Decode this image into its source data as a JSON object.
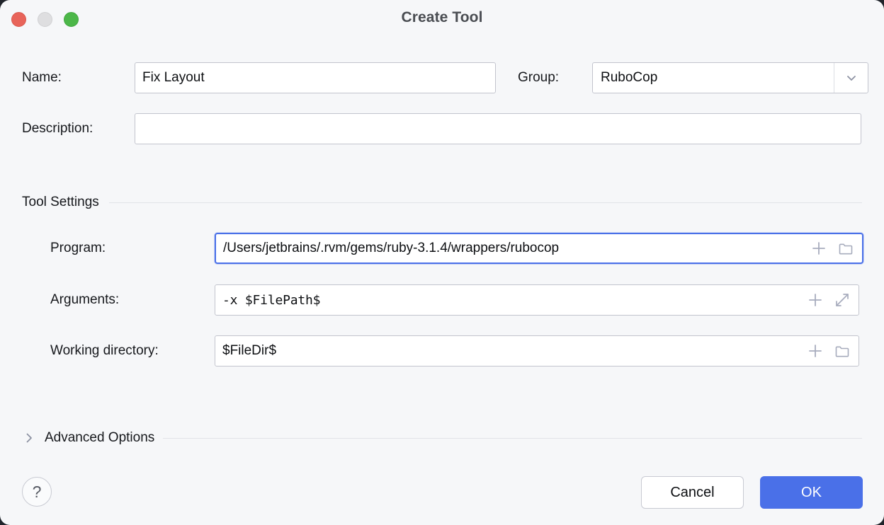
{
  "window": {
    "title": "Create Tool",
    "controls": [
      {
        "name": "close",
        "color": "#e8645a"
      },
      {
        "name": "minimize",
        "color": "#dedee0"
      },
      {
        "name": "zoom",
        "color": "#4cb749"
      }
    ]
  },
  "form": {
    "name": {
      "label": "Name:",
      "value": "Fix Layout",
      "placeholder": ""
    },
    "group": {
      "label": "Group:",
      "value": "RuboCop",
      "chevron_icon": "chevron-down-icon"
    },
    "description": {
      "label": "Description:",
      "value": "",
      "placeholder": ""
    }
  },
  "tool_settings": {
    "title": "Tool Settings",
    "program": {
      "label": "Program:",
      "value": "/Users/jetbrains/.rvm/gems/ruby-3.1.4/wrappers/rubocop",
      "focused": true,
      "icons": [
        "plus-icon",
        "folder-icon"
      ]
    },
    "arguments": {
      "label": "Arguments:",
      "value": "-x $FilePath$",
      "icons": [
        "plus-icon",
        "expand-icon"
      ]
    },
    "working_directory": {
      "label": "Working directory:",
      "value": "$FileDir$",
      "icons": [
        "plus-icon",
        "folder-icon"
      ]
    }
  },
  "advanced": {
    "label": "Advanced Options",
    "expanded": false,
    "chevron_icon": "chevron-right-icon"
  },
  "footer": {
    "help_label": "?",
    "cancel_label": "Cancel",
    "ok_label": "OK"
  },
  "colors": {
    "accent": "#4a70e8",
    "window_bg": "#f6f7f9",
    "field_border": "#c2c4cd",
    "icon_gray": "#a7acbd"
  }
}
